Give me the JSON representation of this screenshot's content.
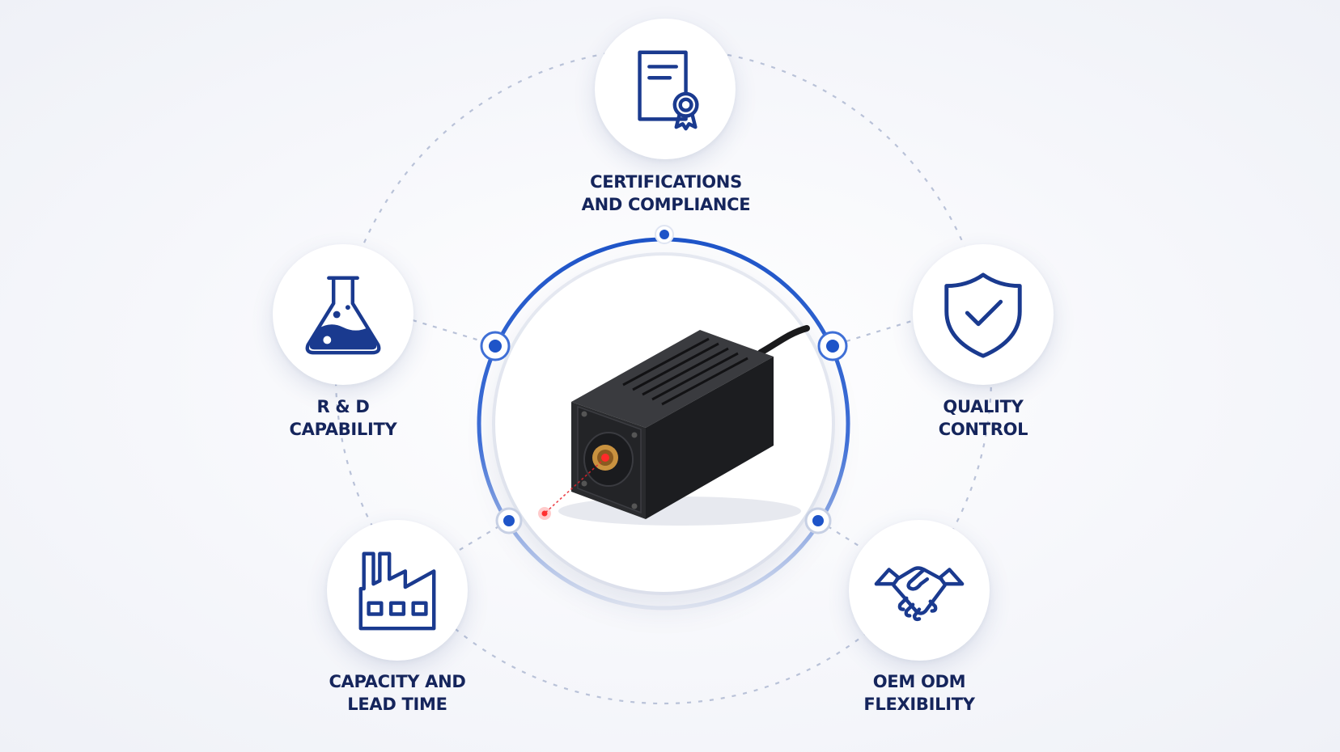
{
  "diagram": {
    "accent_color": "#1e54c8",
    "icon_color": "#1a3a8f",
    "text_color": "#15255c",
    "center_product": {
      "icon": "laser-module-icon",
      "beam_color": "#e8222a"
    },
    "nodes": [
      {
        "id": "certifications",
        "icon": "certificate-icon",
        "label_line1": "CERTIFICATIONS",
        "label_line2": "AND COMPLIANCE"
      },
      {
        "id": "rd",
        "icon": "flask-icon",
        "label_line1": "R & D",
        "label_line2": "CAPABILITY"
      },
      {
        "id": "quality",
        "icon": "shield-check-icon",
        "label_line1": "QUALITY",
        "label_line2": "CONTROL"
      },
      {
        "id": "capacity",
        "icon": "factory-icon",
        "label_line1": "CAPACITY AND",
        "label_line2": "LEAD TIME"
      },
      {
        "id": "oem",
        "icon": "handshake-icon",
        "label_line1": "OEM ODM",
        "label_line2": "FLEXIBILITY"
      }
    ]
  }
}
